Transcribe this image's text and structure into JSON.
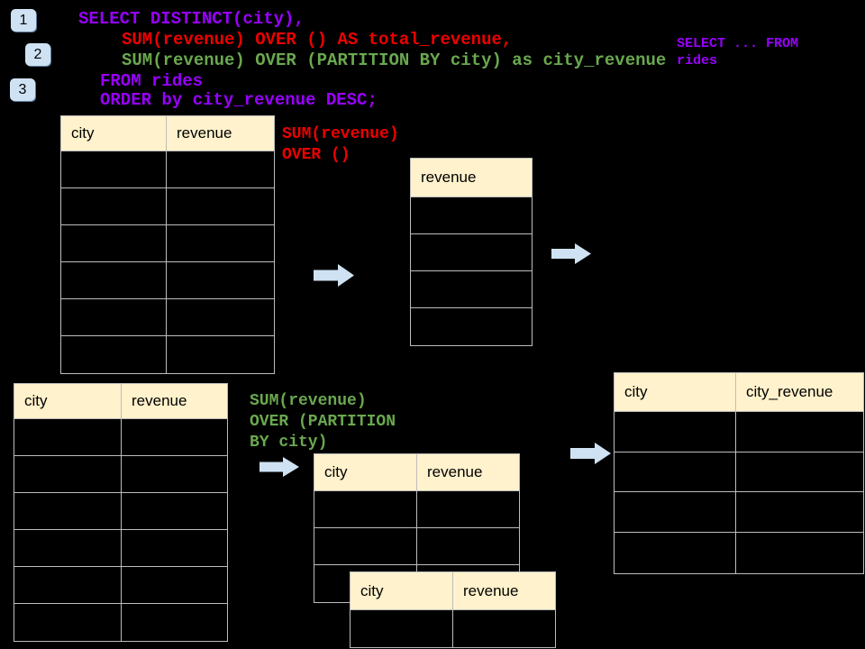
{
  "colors": {
    "background": "#000000",
    "code_purple": "#9900ff",
    "code_red": "#ee0000",
    "code_green": "#6aa84f",
    "accent_blue": "#cfe2f3",
    "table_header_fill": "#fff2cc",
    "table_border": "#bdbdbd"
  },
  "step_badges": [
    "1",
    "2",
    "3"
  ],
  "sql_query": {
    "lines": [
      "SELECT DISTINCT(city),",
      "SUM(revenue) OVER () AS total_revenue,",
      "SUM(revenue) OVER (PARTITION BY city) as city_revenue",
      "FROM rides",
      "ORDER by city_revenue DESC;"
    ]
  },
  "from_snippet": {
    "lines": [
      "SELECT ... FROM",
      "rides"
    ]
  },
  "annotation_total": {
    "lines": [
      "SUM(revenue)",
      "OVER ()"
    ]
  },
  "annotation_partition": {
    "lines": [
      "SUM(revenue)",
      "OVER (PARTITION",
      "BY city)"
    ]
  },
  "tables": {
    "source_top": {
      "headers": [
        "city",
        "revenue"
      ],
      "row_count": 6
    },
    "total_revenue_result": {
      "headers": [
        "revenue"
      ],
      "row_count": 4
    },
    "source_bottom": {
      "headers": [
        "city",
        "revenue"
      ],
      "row_count": 6
    },
    "partition_group_1": {
      "headers": [
        "city",
        "revenue"
      ],
      "row_count": 3
    },
    "partition_group_2": {
      "headers": [
        "city",
        "revenue"
      ],
      "row_count": 1
    },
    "city_revenue_result": {
      "headers": [
        "city",
        "city_revenue"
      ],
      "row_count": 4
    }
  }
}
